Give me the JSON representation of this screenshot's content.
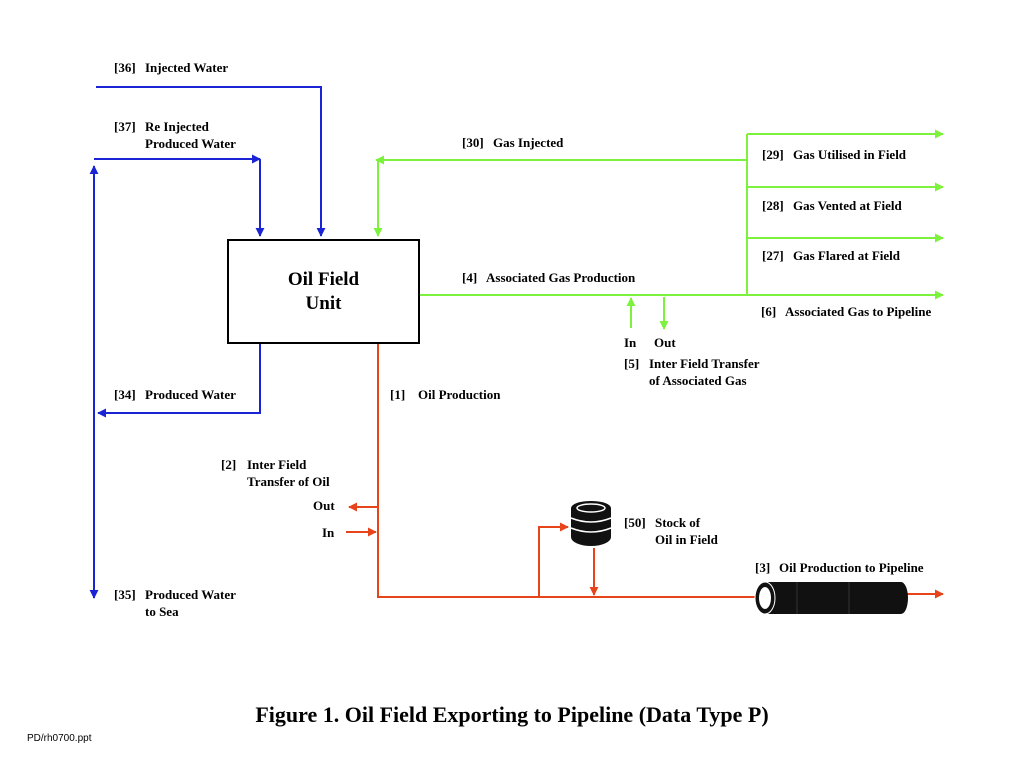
{
  "colors": {
    "water": "#1a24d4",
    "gas": "#7cf23c",
    "oil": "#e8441c",
    "unit_border": "#000000"
  },
  "unit": {
    "line1": "Oil Field",
    "line2": "Unit"
  },
  "flows": {
    "f36": {
      "num": "[36]",
      "line1": "Injected Water"
    },
    "f37": {
      "num": "[37]",
      "line1": "Re Injected",
      "line2": "Produced Water"
    },
    "f30": {
      "num": "[30]",
      "line1": "Gas Injected"
    },
    "f29": {
      "num": "[29]",
      "line1": "Gas Utilised in Field"
    },
    "f28": {
      "num": "[28]",
      "line1": "Gas Vented at Field"
    },
    "f27": {
      "num": "[27]",
      "line1": "Gas Flared at Field"
    },
    "f4": {
      "num": "[4]",
      "line1": "Associated Gas Production"
    },
    "f6": {
      "num": "[6]",
      "line1": "Associated Gas to Pipeline"
    },
    "f5": {
      "in": "In",
      "out": "Out",
      "num": "[5]",
      "line1": "Inter Field Transfer",
      "line2": "of Associated Gas"
    },
    "f34": {
      "num": "[34]",
      "line1": "Produced Water"
    },
    "f1": {
      "num": "[1]",
      "line1": "Oil Production"
    },
    "f2": {
      "num": "[2]",
      "line1": "Inter Field",
      "line2": "Transfer of Oil",
      "out": "Out",
      "in": "In"
    },
    "f50": {
      "num": "[50]",
      "line1": "Stock  of",
      "line2": "Oil in Field"
    },
    "f3": {
      "num": "[3]",
      "line1": "Oil Production to Pipeline"
    },
    "f35": {
      "num": "[35]",
      "line1": "Produced Water",
      "line2": "to Sea"
    }
  },
  "icons": {
    "stock": "oil-barrels-icon",
    "pipe": "pipeline-icon"
  },
  "title": "Figure 1.  Oil Field Exporting to Pipeline  (Data Type P)",
  "footer": "PD/rh0700.ppt"
}
